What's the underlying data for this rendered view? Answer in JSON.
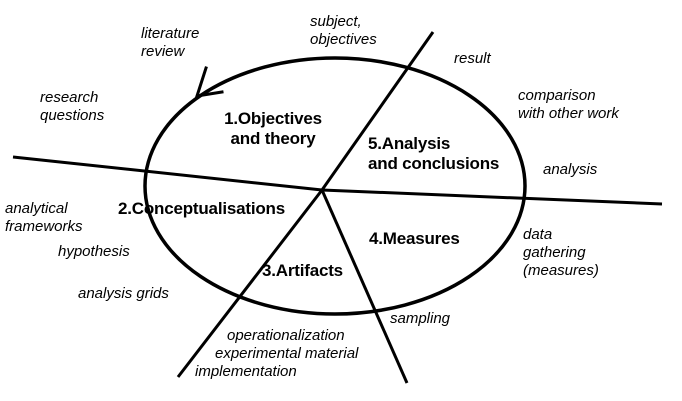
{
  "diagram": {
    "title": "research cycle diagram",
    "colors": {
      "ink": "#000000",
      "background": "#ffffff"
    },
    "icons": {
      "flow_arrow": "counterclockwise-arrowhead"
    },
    "sectors": [
      {
        "label": "1.Objectives\nand theory"
      },
      {
        "label": "2.Conceptualisations"
      },
      {
        "label": "3.Artifacts"
      },
      {
        "label": "4.Measures"
      },
      {
        "label": "5.Analysis\nand conclusions"
      }
    ],
    "annotations": {
      "literature_review": "literature\nreview",
      "subject_objectives": "subject,\nobjectives",
      "result": "result",
      "comparison_with_other_work": "comparison\nwith other work",
      "analysis": "analysis",
      "data_gathering_measures": "data\ngathering\n(measures)",
      "sampling": "sampling",
      "operationalization": "operationalization",
      "experimental_material": "experimental material",
      "implementation": "implementation",
      "analysis_grids": "analysis grids",
      "hypothesis": "hypothesis",
      "analytical_frameworks": "analytical\nframeworks",
      "research_questions": "research\nquestions"
    }
  }
}
